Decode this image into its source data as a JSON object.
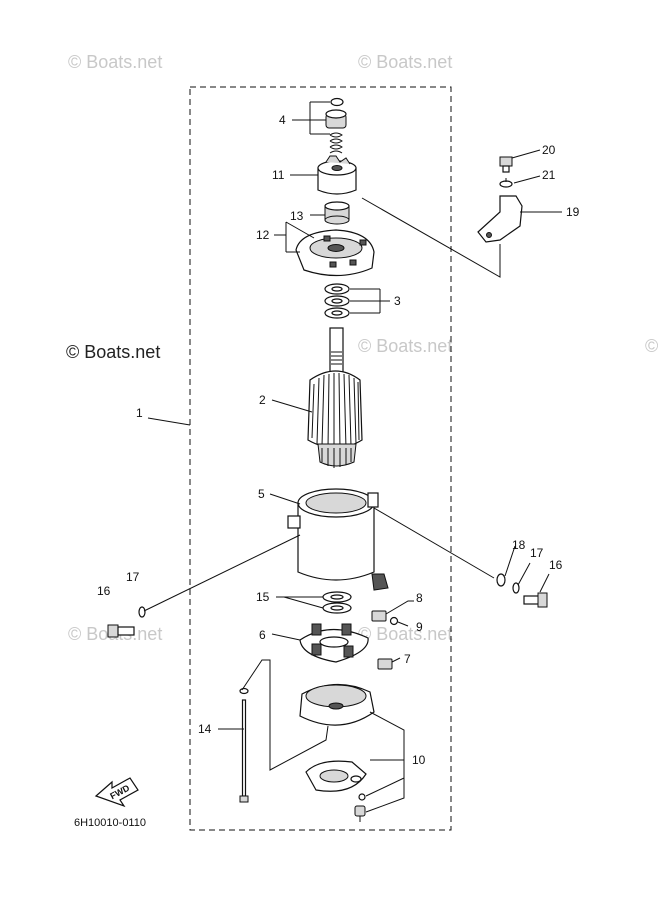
{
  "watermarks": [
    {
      "text": "© Boats.net"
    },
    {
      "text": "© Boats.net"
    },
    {
      "text": "© Boats.net"
    },
    {
      "text": "© Boats.net"
    },
    {
      "text": "© Boats.net"
    },
    {
      "text": "© Boats.net"
    }
  ],
  "watermark_dark": "© Boats.net",
  "callouts": {
    "c1": "1",
    "c2": "2",
    "c3": "3",
    "c4": "4",
    "c5": "5",
    "c6": "6",
    "c7": "7",
    "c8": "8",
    "c9": "9",
    "c10": "10",
    "c11": "11",
    "c12": "12",
    "c13": "13",
    "c14": "14",
    "c15": "15",
    "c16a": "16",
    "c16b": "16",
    "c17a": "17",
    "c17b": "17",
    "c18": "18",
    "c19": "19",
    "c20": "20",
    "c21": "21"
  },
  "fwd_label": "FWD",
  "diagram_code": "6H10010-0110"
}
